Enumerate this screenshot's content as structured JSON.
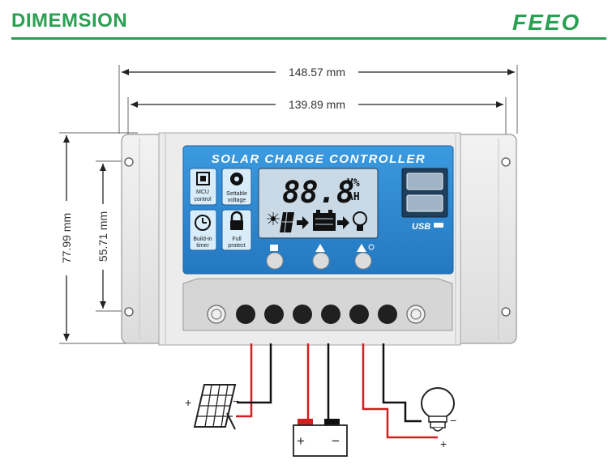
{
  "header": {
    "title": "DIMEMSION",
    "brand": "FEEO",
    "accent_color": "#2aa052"
  },
  "dimensions": {
    "outer_width": "148.57 mm",
    "hole_width": "139.89 mm",
    "outer_height": "77.99 mm",
    "hole_height": "55.71 mm"
  },
  "controller": {
    "title": "SOLAR CHARGE CONTROLLER",
    "panel_color": "#2f8fd6",
    "lcd_reading": "88.8",
    "lcd_unit_top": "V%",
    "lcd_unit_bottom": "AH",
    "features": [
      {
        "icon": "chip-icon",
        "label_line1": "MCU",
        "label_line2": "control"
      },
      {
        "icon": "gear-icon",
        "label_line1": "Settable",
        "label_line2": "voltage"
      },
      {
        "icon": "clock-icon",
        "label_line1": "Build-in",
        "label_line2": "timer"
      },
      {
        "icon": "lock-icon",
        "label_line1": "Full",
        "label_line2": "protect"
      }
    ],
    "usb_label": "USB"
  },
  "wiring": {
    "plus": "+",
    "minus": "−",
    "battery_plus": "+",
    "battery_minus": "−"
  }
}
